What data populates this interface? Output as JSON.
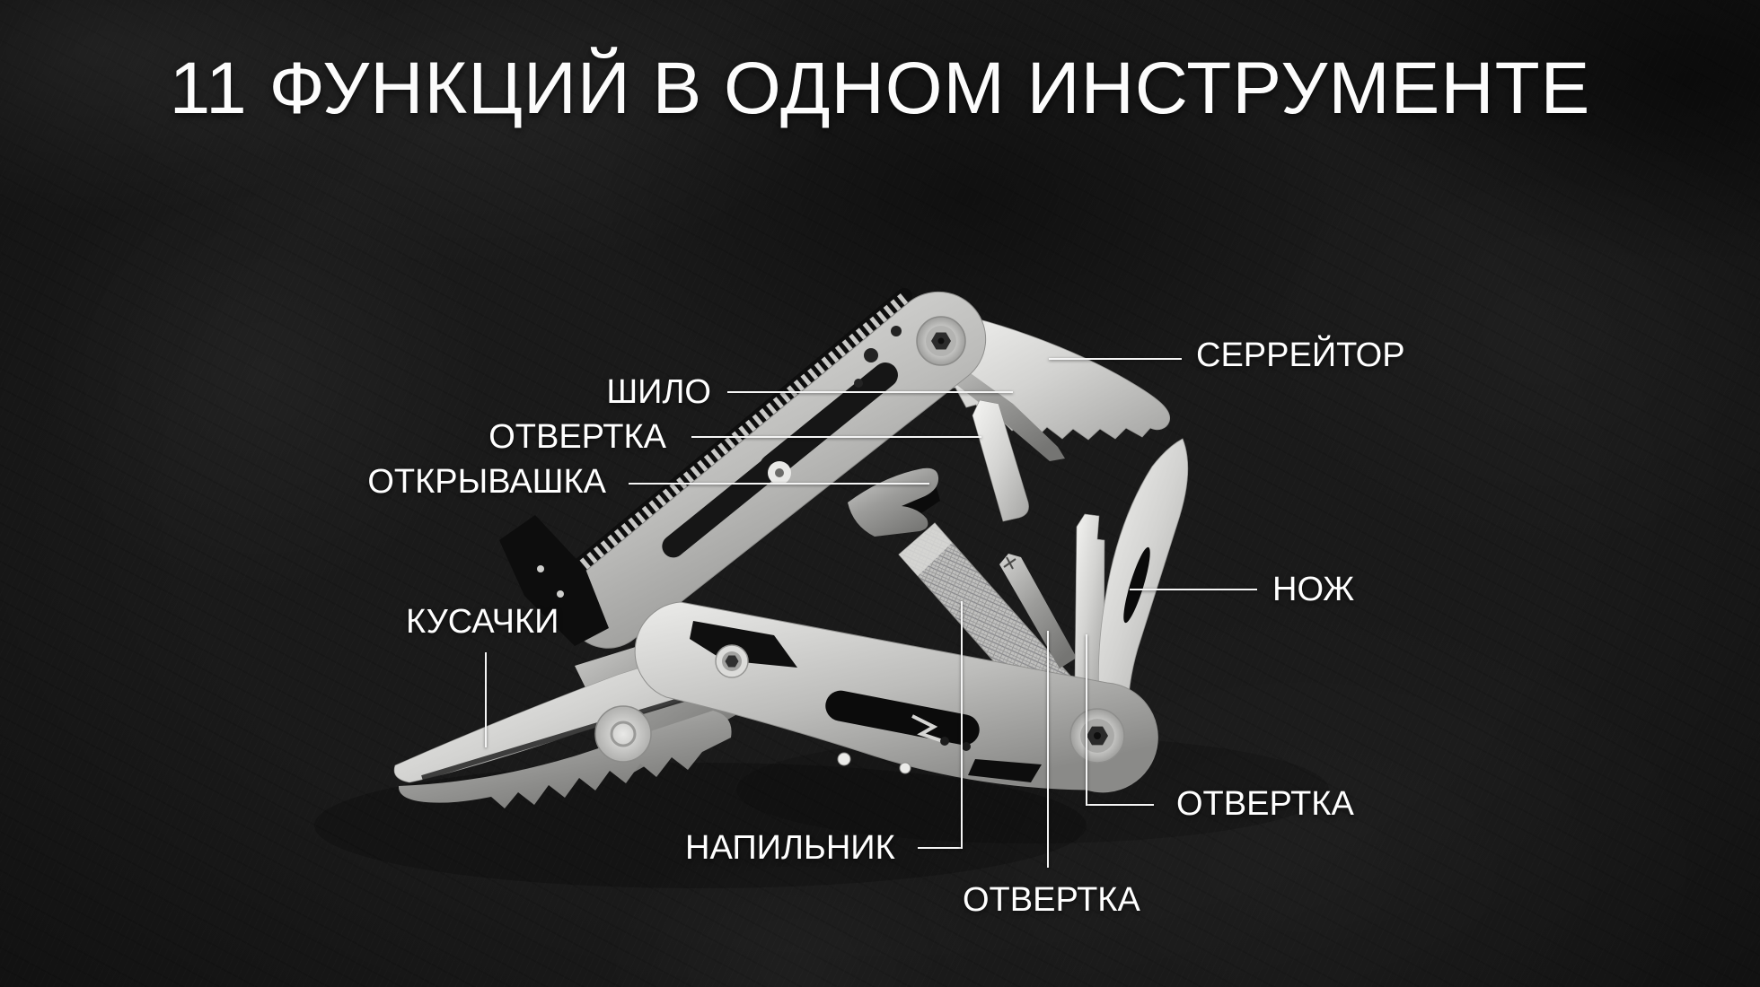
{
  "title": "11 ФУНКЦИЙ В ОДНОМ ИНСТРУМЕНТЕ",
  "labels": {
    "shilo": "ШИЛО",
    "otvertka_left": "ОТВЕРТКА",
    "otkryvashka": "ОТКРЫВАШКА",
    "kusachki": "КУСАЧКИ",
    "serreitor": "СЕРРЕЙТОР",
    "nozh": "НОЖ",
    "napilnik": "НАПИЛЬНИК",
    "otvertka_bottom": "ОТВЕРТКА",
    "otvertka_right": "ОТВЕРТКА"
  },
  "colors": {
    "background": "#171717",
    "text": "#ffffff",
    "callout_line": "#f5f5f5",
    "metal_highlight": "#f0f0ee",
    "metal_mid": "#b5b5b3",
    "metal_shadow": "#757573"
  }
}
